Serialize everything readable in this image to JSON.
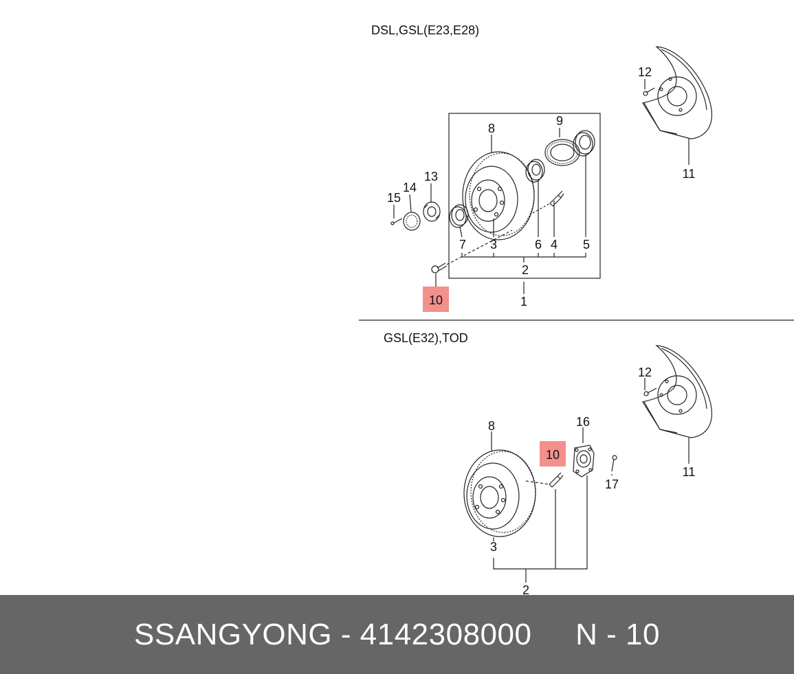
{
  "diagram": {
    "top_section": {
      "title": "DSL,GSL(E23,E28)",
      "labels": {
        "n1": "1",
        "n2": "2",
        "n3": "3",
        "n4": "4",
        "n5": "5",
        "n6": "6",
        "n7": "7",
        "n8": "8",
        "n9": "9",
        "n10": "10",
        "n11": "11",
        "n12": "12",
        "n13": "13",
        "n14": "14",
        "n15": "15"
      },
      "highlighted": "10"
    },
    "bottom_section": {
      "title": "GSL(E32),TOD",
      "labels": {
        "n2": "2",
        "n3": "3",
        "n8": "8",
        "n10": "10",
        "n11": "11",
        "n12": "12",
        "n16": "16",
        "n17": "17"
      },
      "highlighted": "10"
    },
    "highlight_color": "#f4908c"
  },
  "footer": {
    "brand": "SSANGYONG",
    "separator": " - ",
    "part_number": "4142308000",
    "spacer": "     ",
    "ref_prefix": "N",
    "ref_separator": " - ",
    "ref_number": "10"
  }
}
